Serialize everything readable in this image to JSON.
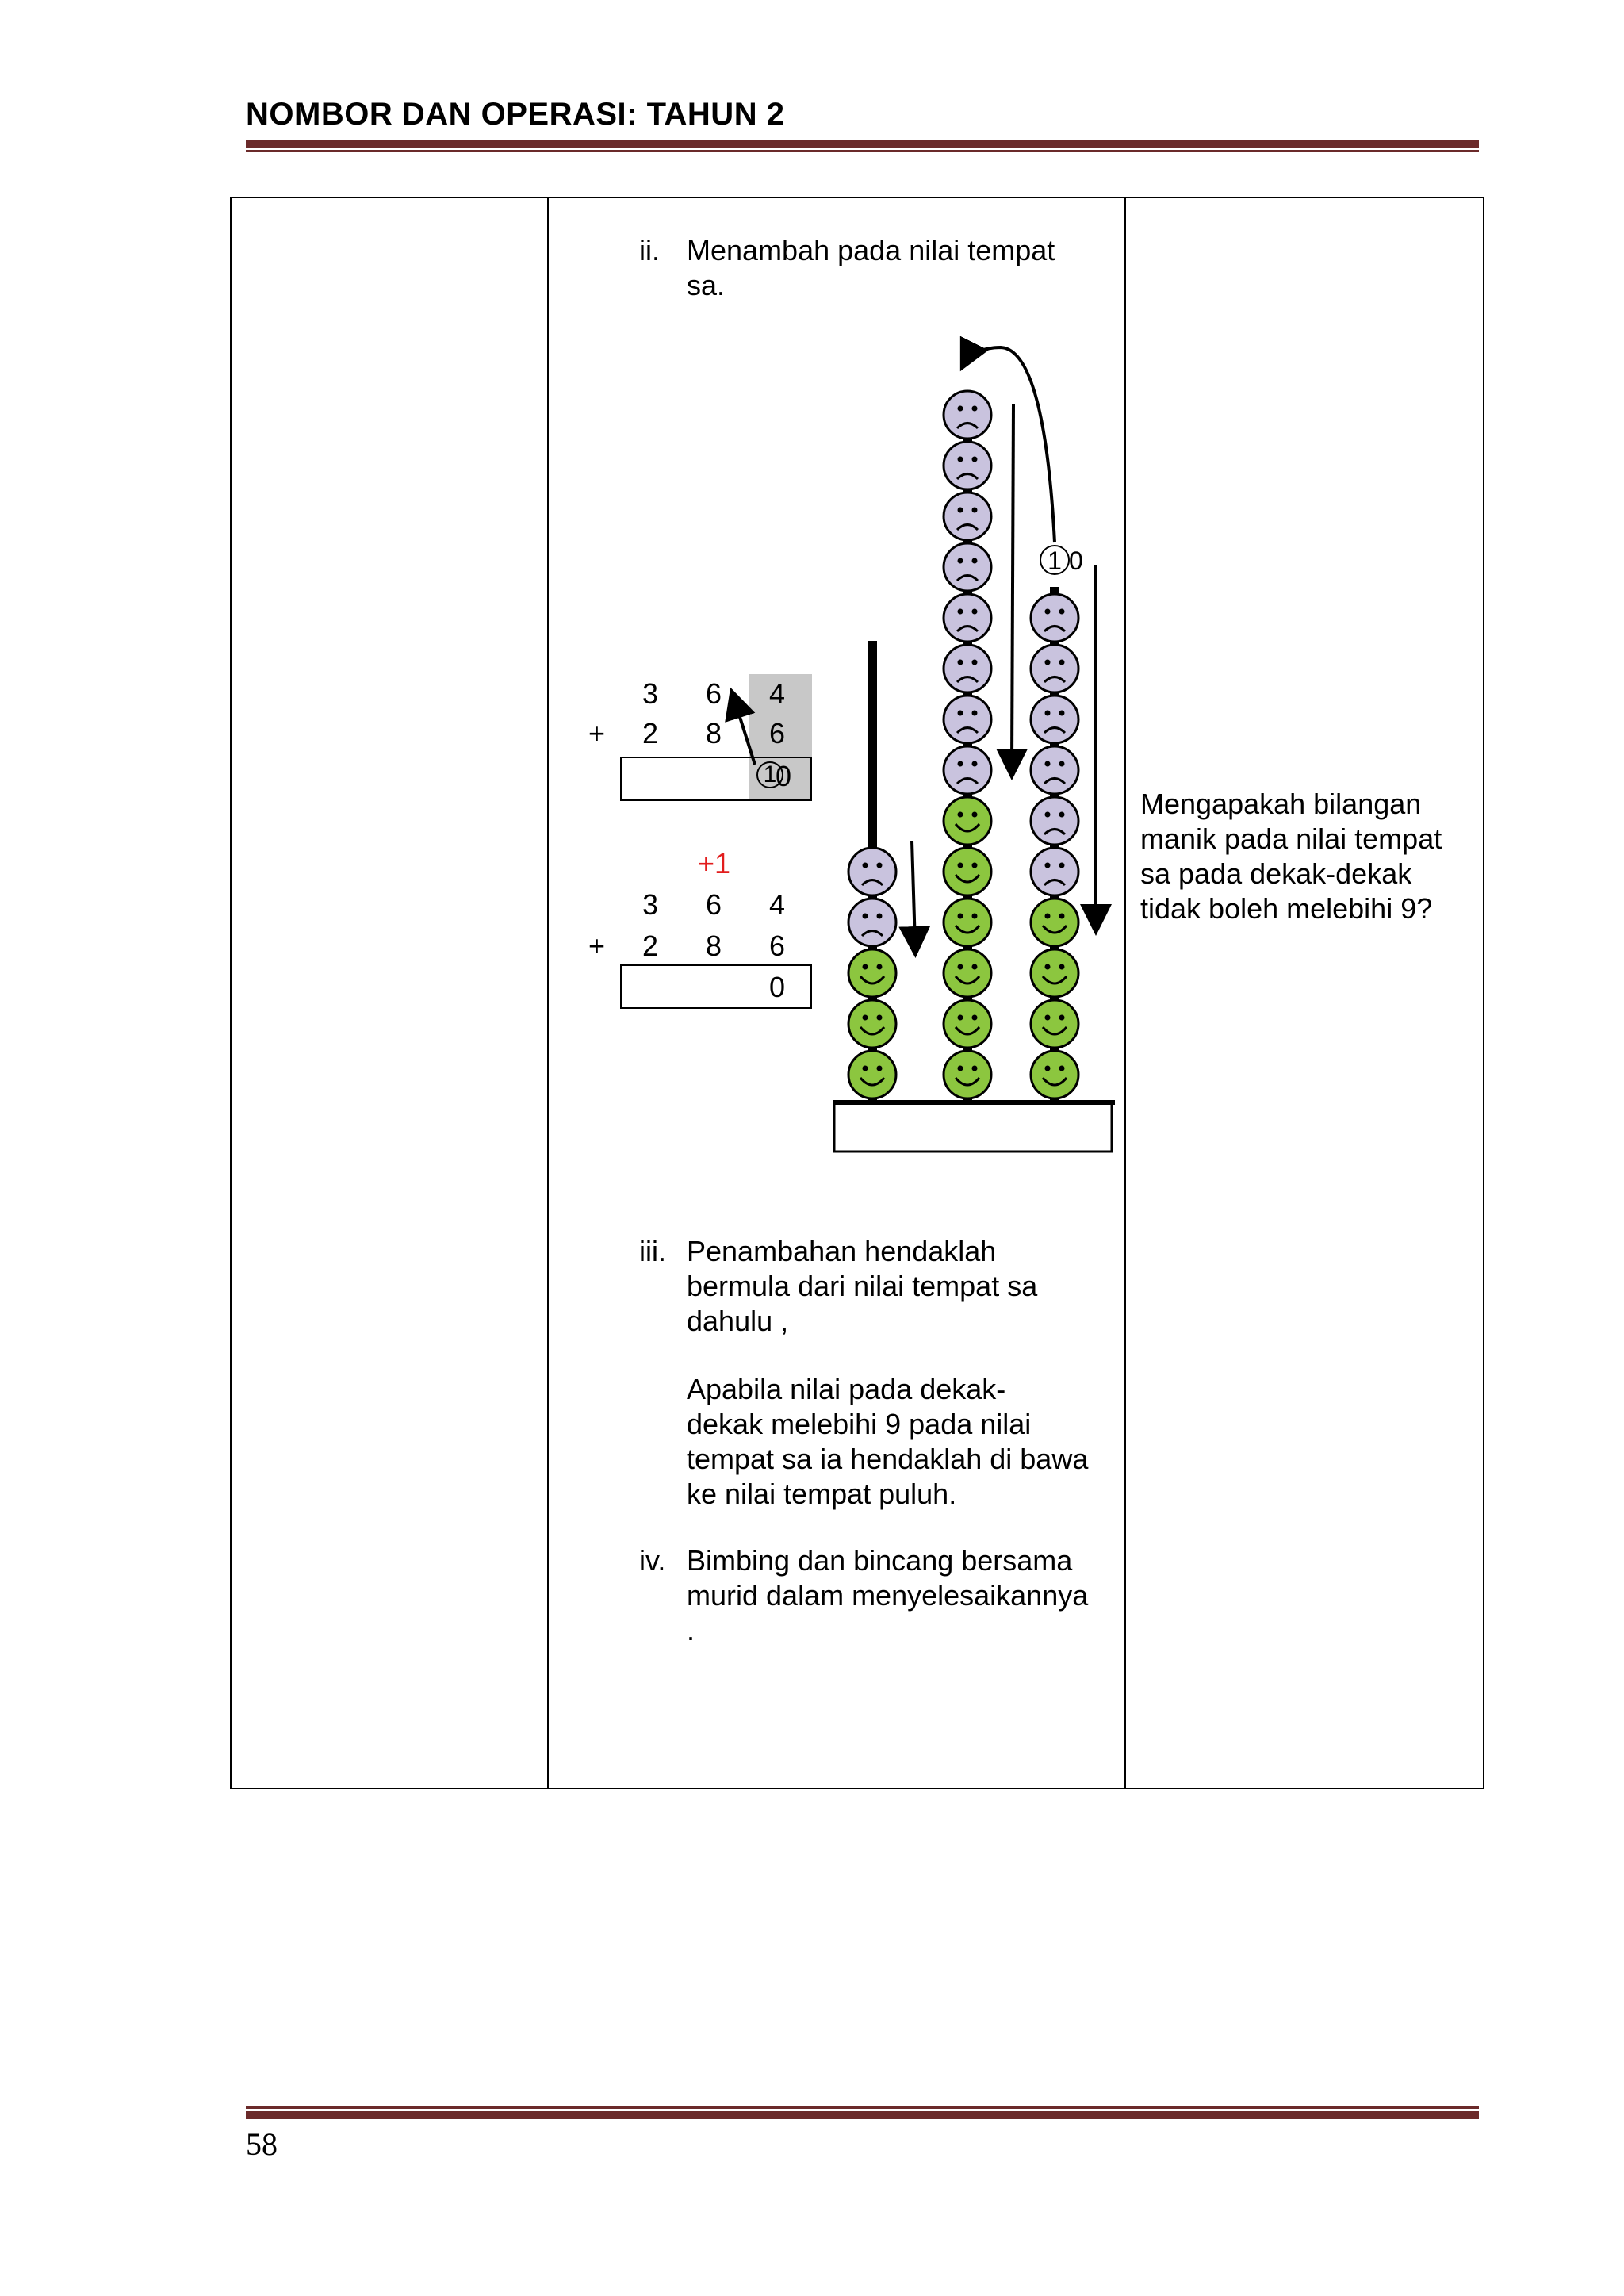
{
  "header": {
    "title": "NOMBOR DAN OPERASI: TAHUN 2"
  },
  "content": {
    "item_ii": {
      "marker": "ii.",
      "lines": [
        "Menambah pada nilai tempat",
        "sa."
      ]
    },
    "sum1": {
      "row1": [
        "3",
        "6",
        "4"
      ],
      "row2": [
        "+",
        "2",
        "8",
        "6"
      ],
      "result_circled": "1",
      "result_rest": "0"
    },
    "sum2": {
      "carry": "+1",
      "row1": [
        "3",
        "6",
        "4"
      ],
      "row2": [
        "+",
        "2",
        "8",
        "6"
      ],
      "result": "0"
    },
    "abacus": {
      "carry_label_circled": "1",
      "carry_label_rest": "0",
      "happy_color": "#8cc63f",
      "sad_color": "#c9c3de",
      "rod_counts": {
        "hundreds_happy": 3,
        "hundreds_sad": 2,
        "tens_happy": 6,
        "tens_sad": 8,
        "ones_happy": 4,
        "ones_sad": 6
      }
    },
    "item_iii": {
      "marker": "iii.",
      "lines": [
        "Penambahan hendaklah",
        "bermula dari nilai tempat sa",
        "dahulu ,"
      ],
      "para2": [
        "Apabila nilai  pada dekak-",
        "dekak melebihi 9 pada nilai",
        "tempat sa ia hendaklah di bawa",
        "ke nilai tempat puluh."
      ]
    },
    "item_iv": {
      "marker": "iv.",
      "lines": [
        "Bimbing dan bincang bersama",
        "murid dalam menyelesaikannya",
        "."
      ]
    },
    "question": {
      "lines": [
        "Mengapakah bilangan",
        "manik pada nilai tempat",
        "sa pada dekak-dekak",
        "tidak boleh melebihi 9?"
      ]
    }
  },
  "footer": {
    "page_number": "58"
  }
}
